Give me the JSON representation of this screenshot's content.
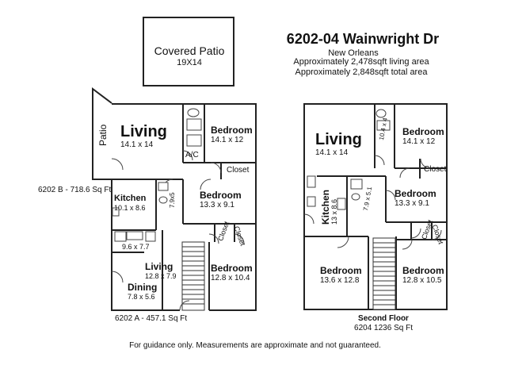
{
  "header": {
    "address": "6202-04 Wainwright Dr",
    "city": "New Orleans",
    "living_area": "Approximately 2,478sqft living area",
    "total_area": "Approximately 2,848sqft total area"
  },
  "patio": {
    "label": "Covered Patio",
    "dims": "19X14",
    "side_label": "Patio"
  },
  "left_plan": {
    "unit_b": "6202 B - 718.6 Sq Ft",
    "living": "Living",
    "living_dims": "14.1 x 14",
    "bedroom1": "Bedroom",
    "bedroom1_dims": "14.1 x 12",
    "ac": "A/C",
    "closet1": "Closet",
    "kitchen": "Kitchen",
    "kitchen_dims": "10.1 x 8.6",
    "bath_dims": "7.9x5",
    "bedroom2": "Bedroom",
    "bedroom2_dims": "13.3 x 9.1",
    "closet2": "Closet",
    "closet3": "Closet",
    "kitchen2_dims": "9.6 x 7.7",
    "living2": "Living",
    "living2_dims": "12.8 x 7.9",
    "dining": "Dining",
    "dining_dims": "7.8 x 5.6",
    "bedroom3": "Bedroom",
    "bedroom3_dims": "12.8 x 10.4",
    "unit_a": "6202 A - 457.1 Sq Ft"
  },
  "right_plan": {
    "living": "Living",
    "living_dims": "14.1 x 14",
    "laundry_dims": "10.4 x 4",
    "bedroom1": "Bedroom",
    "bedroom1_dims": "14.1 x 12",
    "closet1": "Closet",
    "kitchen": "Kitchen",
    "kitchen_dims": "13 x 8.6",
    "bath_dims": "7.9 x 5.1",
    "bedroom2": "Bedroom",
    "bedroom2_dims": "13.3 x 9.1",
    "closet2": "Closet",
    "closet3": "Closet",
    "bedroom3": "Bedroom",
    "bedroom3_dims": "13.6 x 12.8",
    "bedroom4": "Bedroom",
    "bedroom4_dims": "12.8 x 10.5",
    "floor_label": "Second Floor",
    "unit_label": "6204 1236 Sq Ft"
  },
  "footer": {
    "disclaimer": "For guidance only. Measurements are approximate and not guaranteed."
  }
}
